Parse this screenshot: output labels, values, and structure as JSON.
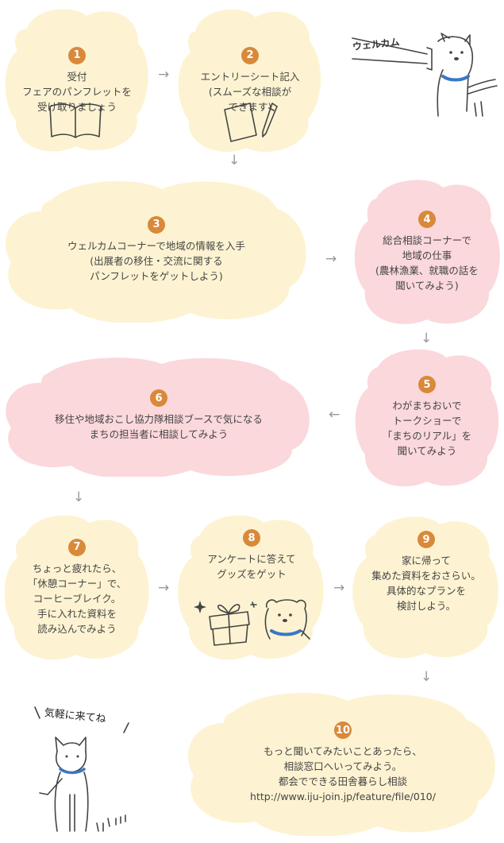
{
  "colors": {
    "yellow": "#fdf3d2",
    "pink": "#fbd8dc",
    "badge": "#d9893a",
    "arrow": "#9a9a9a",
    "collar": "#3b76c4"
  },
  "steps": [
    {
      "num": "1",
      "text": "受付\nフェアのパンフレットを\n受け取りましょう",
      "icon": "booklet-icon"
    },
    {
      "num": "2",
      "text": "エントリーシート記入\n(スムーズな相談が\nできます)",
      "icon": "pen-and-paper-icon"
    },
    {
      "num": "3",
      "text": "ウェルカムコーナーで地域の情報を入手\n(出展者の移住・交流に関する\nパンフレットをゲットしよう)"
    },
    {
      "num": "4",
      "text": "総合相談コーナーで\n地域の仕事\n(農林漁業、就職の話を\n聞いてみよう)"
    },
    {
      "num": "5",
      "text": "わがまちおいで\nトークショーで\n「まちのリアル」を\n聞いてみよう"
    },
    {
      "num": "6",
      "text": "移住や地域おこし協力隊相談ブースで気になる\nまちの担当者に相談してみよう"
    },
    {
      "num": "7",
      "text": "ちょっと疲れたら、\n「休憩コーナー」で、\nコーヒーブレイク。\n手に入れた資料を\n読み込んでみよう"
    },
    {
      "num": "8",
      "text": "アンケートに答えて\nグッズをゲット",
      "icon": "gift-box-icon"
    },
    {
      "num": "9",
      "text": "家に帰って\n集めた資料をおさらい。\n具体的なプランを\n検討しよう。"
    },
    {
      "num": "10",
      "text": "もっと聞いてみたいことあったら、\n相談窓口へいってみよう。\n都会でできる田舎暮らし相談\nhttp://www.iju-join.jp/feature/file/010/"
    }
  ],
  "welcome_sign": "ウェルカム",
  "cat_message": "気軽に来てね"
}
